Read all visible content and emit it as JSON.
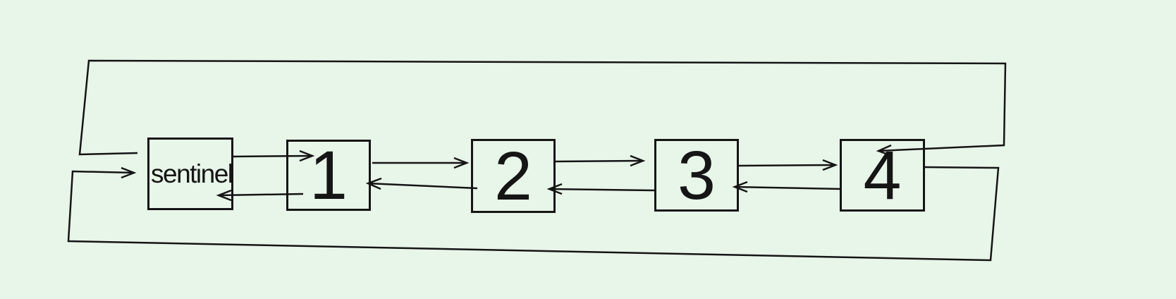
{
  "canvas": {
    "background_color": "#e8f5e9",
    "stroke_color": "#151515"
  },
  "diagram": {
    "type": "circular-doubly-linked-list-with-sentinel",
    "nodes": [
      {
        "id": "sentinel",
        "label": "sentinel"
      },
      {
        "id": "n1",
        "label": "1"
      },
      {
        "id": "n2",
        "label": "2"
      },
      {
        "id": "n3",
        "label": "3"
      },
      {
        "id": "n4",
        "label": "4"
      }
    ],
    "edges": [
      {
        "from": "sentinel",
        "to": "n1",
        "kind": "next"
      },
      {
        "from": "n1",
        "to": "sentinel",
        "kind": "prev"
      },
      {
        "from": "n1",
        "to": "n2",
        "kind": "next"
      },
      {
        "from": "n2",
        "to": "n1",
        "kind": "prev"
      },
      {
        "from": "n2",
        "to": "n3",
        "kind": "next"
      },
      {
        "from": "n3",
        "to": "n2",
        "kind": "prev"
      },
      {
        "from": "n3",
        "to": "n4",
        "kind": "next"
      },
      {
        "from": "n4",
        "to": "n3",
        "kind": "prev"
      },
      {
        "from": "n4",
        "to": "sentinel",
        "kind": "next-wraparound-bottom"
      },
      {
        "from": "sentinel",
        "to": "n4",
        "kind": "prev-wraparound-top"
      }
    ]
  }
}
